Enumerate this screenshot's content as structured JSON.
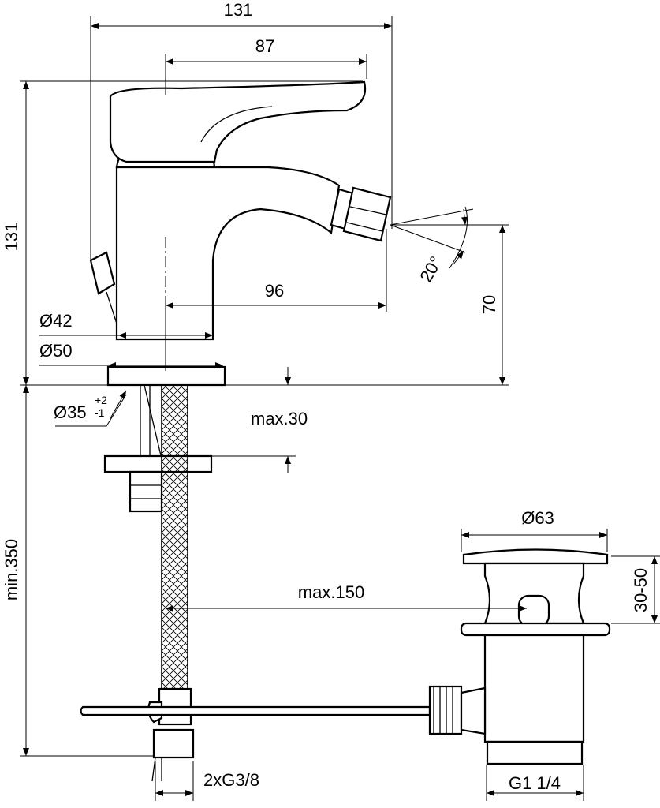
{
  "title": "Bidet mixer technical drawing",
  "dimensions": {
    "overall_width": "131",
    "lever_width": "87",
    "overall_height": "131",
    "spout_reach": "96",
    "spout_height": "70",
    "spray_angle": "20°",
    "body_diameter": "Ø42",
    "base_diameter": "Ø50",
    "hole_diameter": "Ø35",
    "hole_tol_plus": "+2",
    "hole_tol_minus": "-1",
    "deck_thickness": "max.30",
    "hose_length": "min.350",
    "waste_diameter": "Ø63",
    "waste_height": "30-50",
    "rod_length": "max.150",
    "connections": "2xG3/8",
    "waste_thread": "G1 1/4"
  },
  "colors": {
    "line": "#000000",
    "background": "#ffffff"
  }
}
